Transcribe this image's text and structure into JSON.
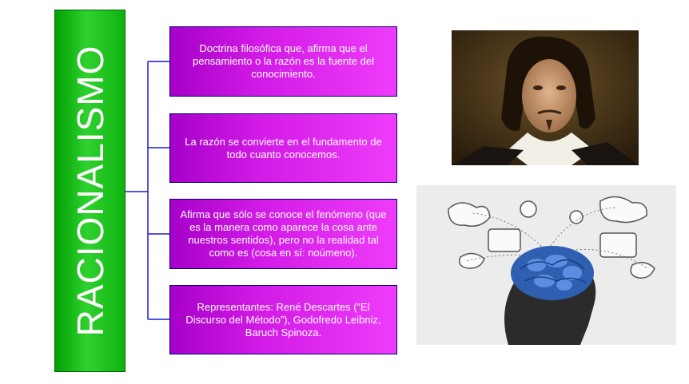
{
  "title": "RACIONALISMO",
  "boxes": [
    "Doctrina filosófica que, afirma que el pensamiento o la razón es la fuente del conocimiento.",
    "La razón se convierte en el fundamento de todo cuanto conocemos.",
    "Afirma que sólo se conoce el fenómeno (que es la manera como aparece la cosa ante nuestros sentidos), pero no la realidad tal como es (cosa en sí: noúmeno).",
    "Representantes: René Descartes (“El Discurso del Método”), Godofredo Leibniz, Baruch Spinoza."
  ],
  "colors": {
    "title_bg": "#1fc41f",
    "box_bg": "#d21be6",
    "connector": "#1a1acc"
  }
}
